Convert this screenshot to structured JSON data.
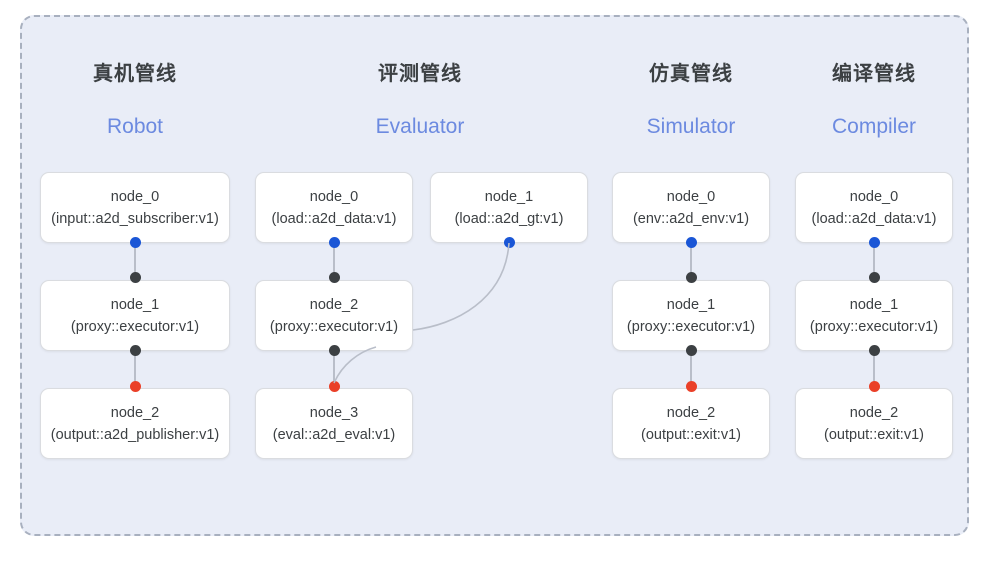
{
  "panel": {
    "name": "pipeline-overview",
    "background_color": "#e9edf7",
    "border_color": "#a8b0bf"
  },
  "colors": {
    "dot_blue": "#1a56d6",
    "dot_black": "#3c4043",
    "dot_red": "#ea4028",
    "edge": "#b9bec9",
    "title_cn": "#3c4043",
    "title_en": "#6c8ae0",
    "node_bg": "#ffffff",
    "node_border": "#dadce0"
  },
  "columns": [
    {
      "title_cn": "真机管线",
      "title_en": "Robot",
      "nodes": [
        {
          "id": "node_0",
          "type": "(input::a2d_subscriber:v1)"
        },
        {
          "id": "node_1",
          "type": "(proxy::executor:v1)"
        },
        {
          "id": "node_2",
          "type": "(output::a2d_publisher:v1)"
        }
      ]
    },
    {
      "title_cn": "评测管线",
      "title_en": "Evaluator",
      "nodes": [
        {
          "id": "node_0",
          "type": "(load::a2d_data:v1)"
        },
        {
          "id": "node_2",
          "type": "(proxy::executor:v1)"
        },
        {
          "id": "node_3",
          "type": "(eval::a2d_eval:v1)"
        },
        {
          "id": "node_1",
          "type": "(load::a2d_gt:v1)"
        }
      ]
    },
    {
      "title_cn": "仿真管线",
      "title_en": "Simulator",
      "nodes": [
        {
          "id": "node_0",
          "type": "(env::a2d_env:v1)"
        },
        {
          "id": "node_1",
          "type": "(proxy::executor:v1)"
        },
        {
          "id": "node_2",
          "type": "(output::exit:v1)"
        }
      ]
    },
    {
      "title_cn": "编译管线",
      "title_en": "Compiler",
      "nodes": [
        {
          "id": "node_0",
          "type": "(load::a2d_data:v1)"
        },
        {
          "id": "node_1",
          "type": "(proxy::executor:v1)"
        },
        {
          "id": "node_2",
          "type": "(output::exit:v1)"
        }
      ]
    }
  ]
}
